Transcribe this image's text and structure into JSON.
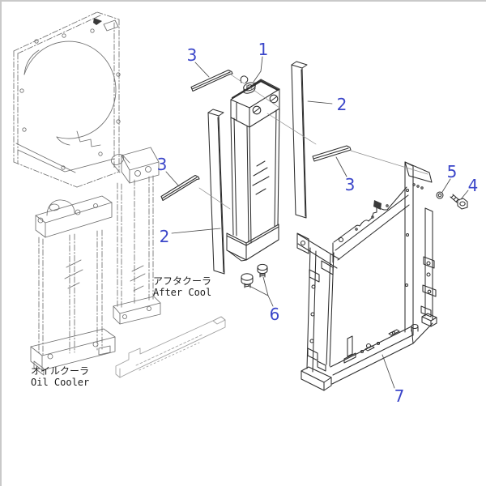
{
  "figure": {
    "type": "exploded-parts-diagram"
  },
  "colors": {
    "background": "#ffffff",
    "line": "#2e2e2e",
    "phantom_line": "#6f6f6f",
    "callout": "#3b46c9",
    "page_edge": "#c9c9c9"
  },
  "callouts": [
    {
      "number": "1"
    },
    {
      "number": "3"
    },
    {
      "number": "2"
    },
    {
      "number": "3"
    },
    {
      "number": "3"
    },
    {
      "number": "2"
    },
    {
      "number": "5"
    },
    {
      "number": "4"
    },
    {
      "number": "6"
    },
    {
      "number": "7"
    }
  ],
  "labels": {
    "after_cooler": {
      "jp": "アフタクーラ",
      "en": "After Cool"
    },
    "oil_cooler": {
      "jp": "オイルクーラ",
      "en": "Oil Cooler"
    }
  }
}
